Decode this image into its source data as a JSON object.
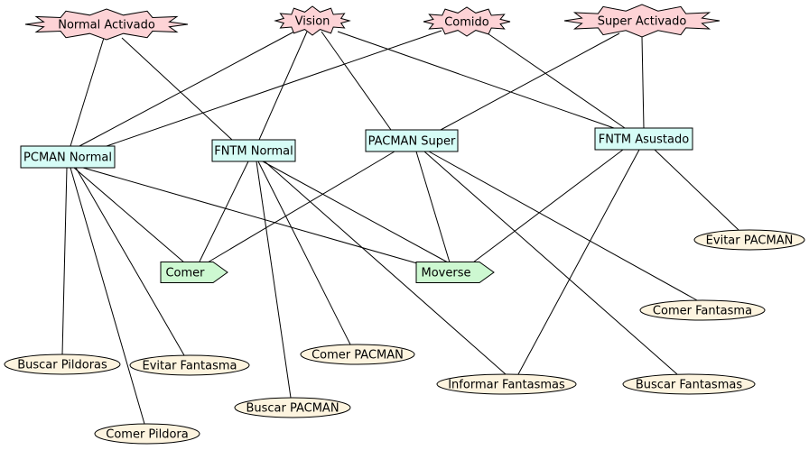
{
  "colors": {
    "event_fill": "#fdd3d6",
    "agent_fill": "#d6fcf6",
    "action_fill": "#cdf8d1",
    "goal_fill": "#fdf4df",
    "stroke": "#000000"
  },
  "events": [
    {
      "id": "normal-activado",
      "label": "Normal Activado"
    },
    {
      "id": "vision",
      "label": "Vision"
    },
    {
      "id": "comido",
      "label": "Comido"
    },
    {
      "id": "super-activado",
      "label": "Super Activado"
    }
  ],
  "agents": [
    {
      "id": "pcman-normal",
      "label": "PCMAN Normal"
    },
    {
      "id": "fntm-normal",
      "label": "FNTM Normal"
    },
    {
      "id": "pacman-super",
      "label": "PACMAN Super"
    },
    {
      "id": "fntm-asustado",
      "label": "FNTM Asustado"
    }
  ],
  "actions": [
    {
      "id": "comer",
      "label": "Comer"
    },
    {
      "id": "moverse",
      "label": "Moverse"
    }
  ],
  "goals": [
    {
      "id": "evitar-pacman",
      "label": "Evitar PACMAN"
    },
    {
      "id": "comer-fantasma",
      "label": "Comer Fantasma"
    },
    {
      "id": "comer-pacman",
      "label": "Comer PACMAN"
    },
    {
      "id": "buscar-pildoras",
      "label": "Buscar Pildoras"
    },
    {
      "id": "evitar-fantasma",
      "label": "Evitar Fantasma"
    },
    {
      "id": "informar-fantasmas",
      "label": "Informar Fantasmas"
    },
    {
      "id": "buscar-fantasmas",
      "label": "Buscar Fantasmas"
    },
    {
      "id": "buscar-pacman",
      "label": "Buscar PACMAN"
    },
    {
      "id": "comer-pildora",
      "label": "Comer Pildora"
    }
  ],
  "edges": [
    [
      "normal-activado",
      "pcman-normal"
    ],
    [
      "normal-activado",
      "fntm-normal"
    ],
    [
      "vision",
      "pcman-normal"
    ],
    [
      "vision",
      "fntm-normal"
    ],
    [
      "vision",
      "pacman-super"
    ],
    [
      "vision",
      "fntm-asustado"
    ],
    [
      "comido",
      "pcman-normal"
    ],
    [
      "comido",
      "fntm-asustado"
    ],
    [
      "super-activado",
      "pacman-super"
    ],
    [
      "super-activado",
      "fntm-asustado"
    ],
    [
      "pcman-normal",
      "comer"
    ],
    [
      "pcman-normal",
      "moverse"
    ],
    [
      "pcman-normal",
      "buscar-pildoras"
    ],
    [
      "pcman-normal",
      "evitar-fantasma"
    ],
    [
      "pcman-normal",
      "comer-pildora"
    ],
    [
      "fntm-normal",
      "comer"
    ],
    [
      "fntm-normal",
      "moverse"
    ],
    [
      "fntm-normal",
      "comer-pacman"
    ],
    [
      "fntm-normal",
      "buscar-pacman"
    ],
    [
      "fntm-normal",
      "informar-fantasmas"
    ],
    [
      "pacman-super",
      "comer"
    ],
    [
      "pacman-super",
      "moverse"
    ],
    [
      "pacman-super",
      "comer-fantasma"
    ],
    [
      "pacman-super",
      "buscar-fantasmas"
    ],
    [
      "fntm-asustado",
      "moverse"
    ],
    [
      "fntm-asustado",
      "evitar-pacman"
    ],
    [
      "fntm-asustado",
      "informar-fantasmas"
    ]
  ]
}
